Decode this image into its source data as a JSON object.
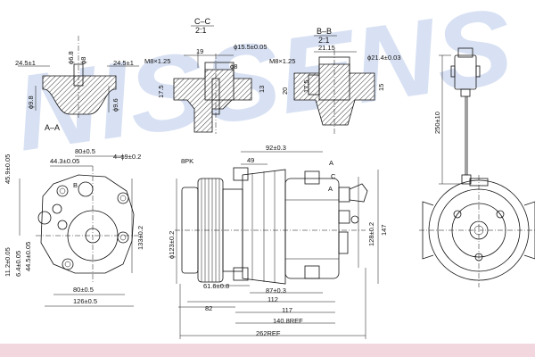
{
  "colors": {
    "watermark": "#b9c9ea",
    "bottom_band": "#f3d7de",
    "line": "#111111"
  },
  "watermark": {
    "text": "NISSENS"
  },
  "section_cc": {
    "title": "C–C",
    "scale": "2:1",
    "thread": "M8×1.25",
    "depth": "19",
    "bore": "ϕ15.5±0.05",
    "hole": "ϕ8",
    "side_left": "17.5",
    "side_right": "13"
  },
  "section_bb": {
    "title": "B–B",
    "scale": "2:1",
    "thread": "M8×1.25",
    "depth": "21.15",
    "bore": "ϕ21.4±0.03",
    "side_left": "20",
    "side_mid": "17.5",
    "side_right": "15"
  },
  "section_aa": {
    "title": "A–A",
    "left": "24.5±1",
    "right": "24.5±1",
    "hole_a": "ϕ6.8",
    "hole_b": "ϕ8",
    "side_left": "ϕ9.8",
    "side_right": "ϕ9.6"
  },
  "front_view": {
    "top_width": "80±0.5",
    "offset": "44.3±0.05",
    "holes": "4–ϕ9±0.2",
    "label_b": "B",
    "left_1": "45.9±0.05",
    "left_2": "11.2±0.05",
    "left_3": "6.4±0.05",
    "left_4": "44.5±0.05",
    "height": "133±0.2",
    "bottom_1": "80±0.5",
    "bottom_2": "126±0.5"
  },
  "side_view": {
    "belt": "8PK",
    "pulley_dia": "ϕ123±0.2",
    "top_1": "49",
    "top_2": "92±0.3",
    "label_a": "A",
    "label_c": "C",
    "height_1": "128±0.2",
    "height_2": "147",
    "dim_616": "61.6±0.8",
    "dim_87": "87±0.3",
    "dim_112": "112",
    "dim_82": "82",
    "dim_117": "117",
    "dim_1408": "140.8REF",
    "dim_262": "262REF"
  },
  "rear_view": {
    "cable_length": "250±10"
  }
}
